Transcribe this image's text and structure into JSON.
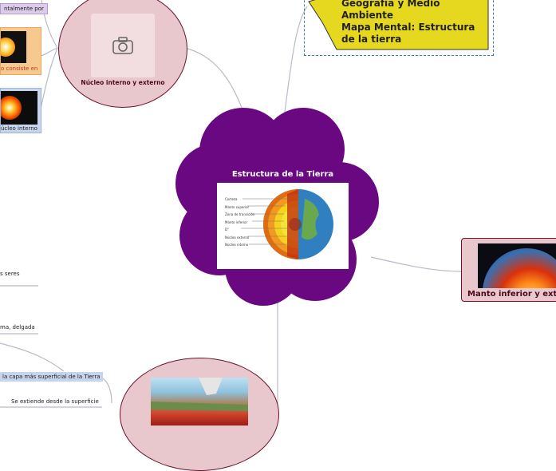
{
  "central": {
    "title": "Estructura de la Tierra",
    "diagram_labels": [
      "Corteza",
      "Manto superior",
      "Zona de transición",
      "Manto inferior",
      "D''",
      "Núcleo externo",
      "Núcleo interno"
    ]
  },
  "topic": {
    "line1": "Geografía y Medio",
    "line2": "Ambiente",
    "line3": "Mapa Mental: Estructura",
    "line4": "de la tierra"
  },
  "nucleo": {
    "label": "Núcleo interno y externo"
  },
  "manto": {
    "label": "Manto inferior y ext"
  },
  "left_items": {
    "a": "ntalmente por",
    "b": "o consiste en",
    "c": "úcleo interno",
    "d": "s seres",
    "e": "ma, delgada",
    "f": "la capa más superficial de la Tierra",
    "g": "Se extiende desde la superficie"
  },
  "colors": {
    "central": "#6a0882",
    "bubble": "#e8c8cd",
    "bubble_border": "#6b1230",
    "topic": "#e6d81e",
    "dashed": "#3a78c2"
  }
}
